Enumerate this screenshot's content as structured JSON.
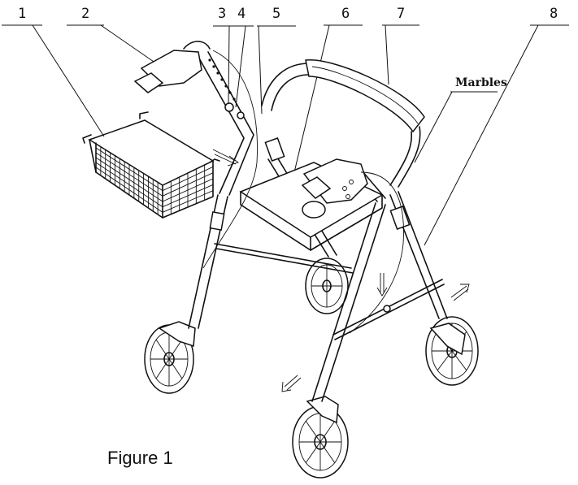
{
  "callouts": [
    "1",
    "2",
    "3",
    "4",
    "5",
    "6",
    "7",
    "8",
    "Marbles"
  ],
  "caption": "Figure 1"
}
